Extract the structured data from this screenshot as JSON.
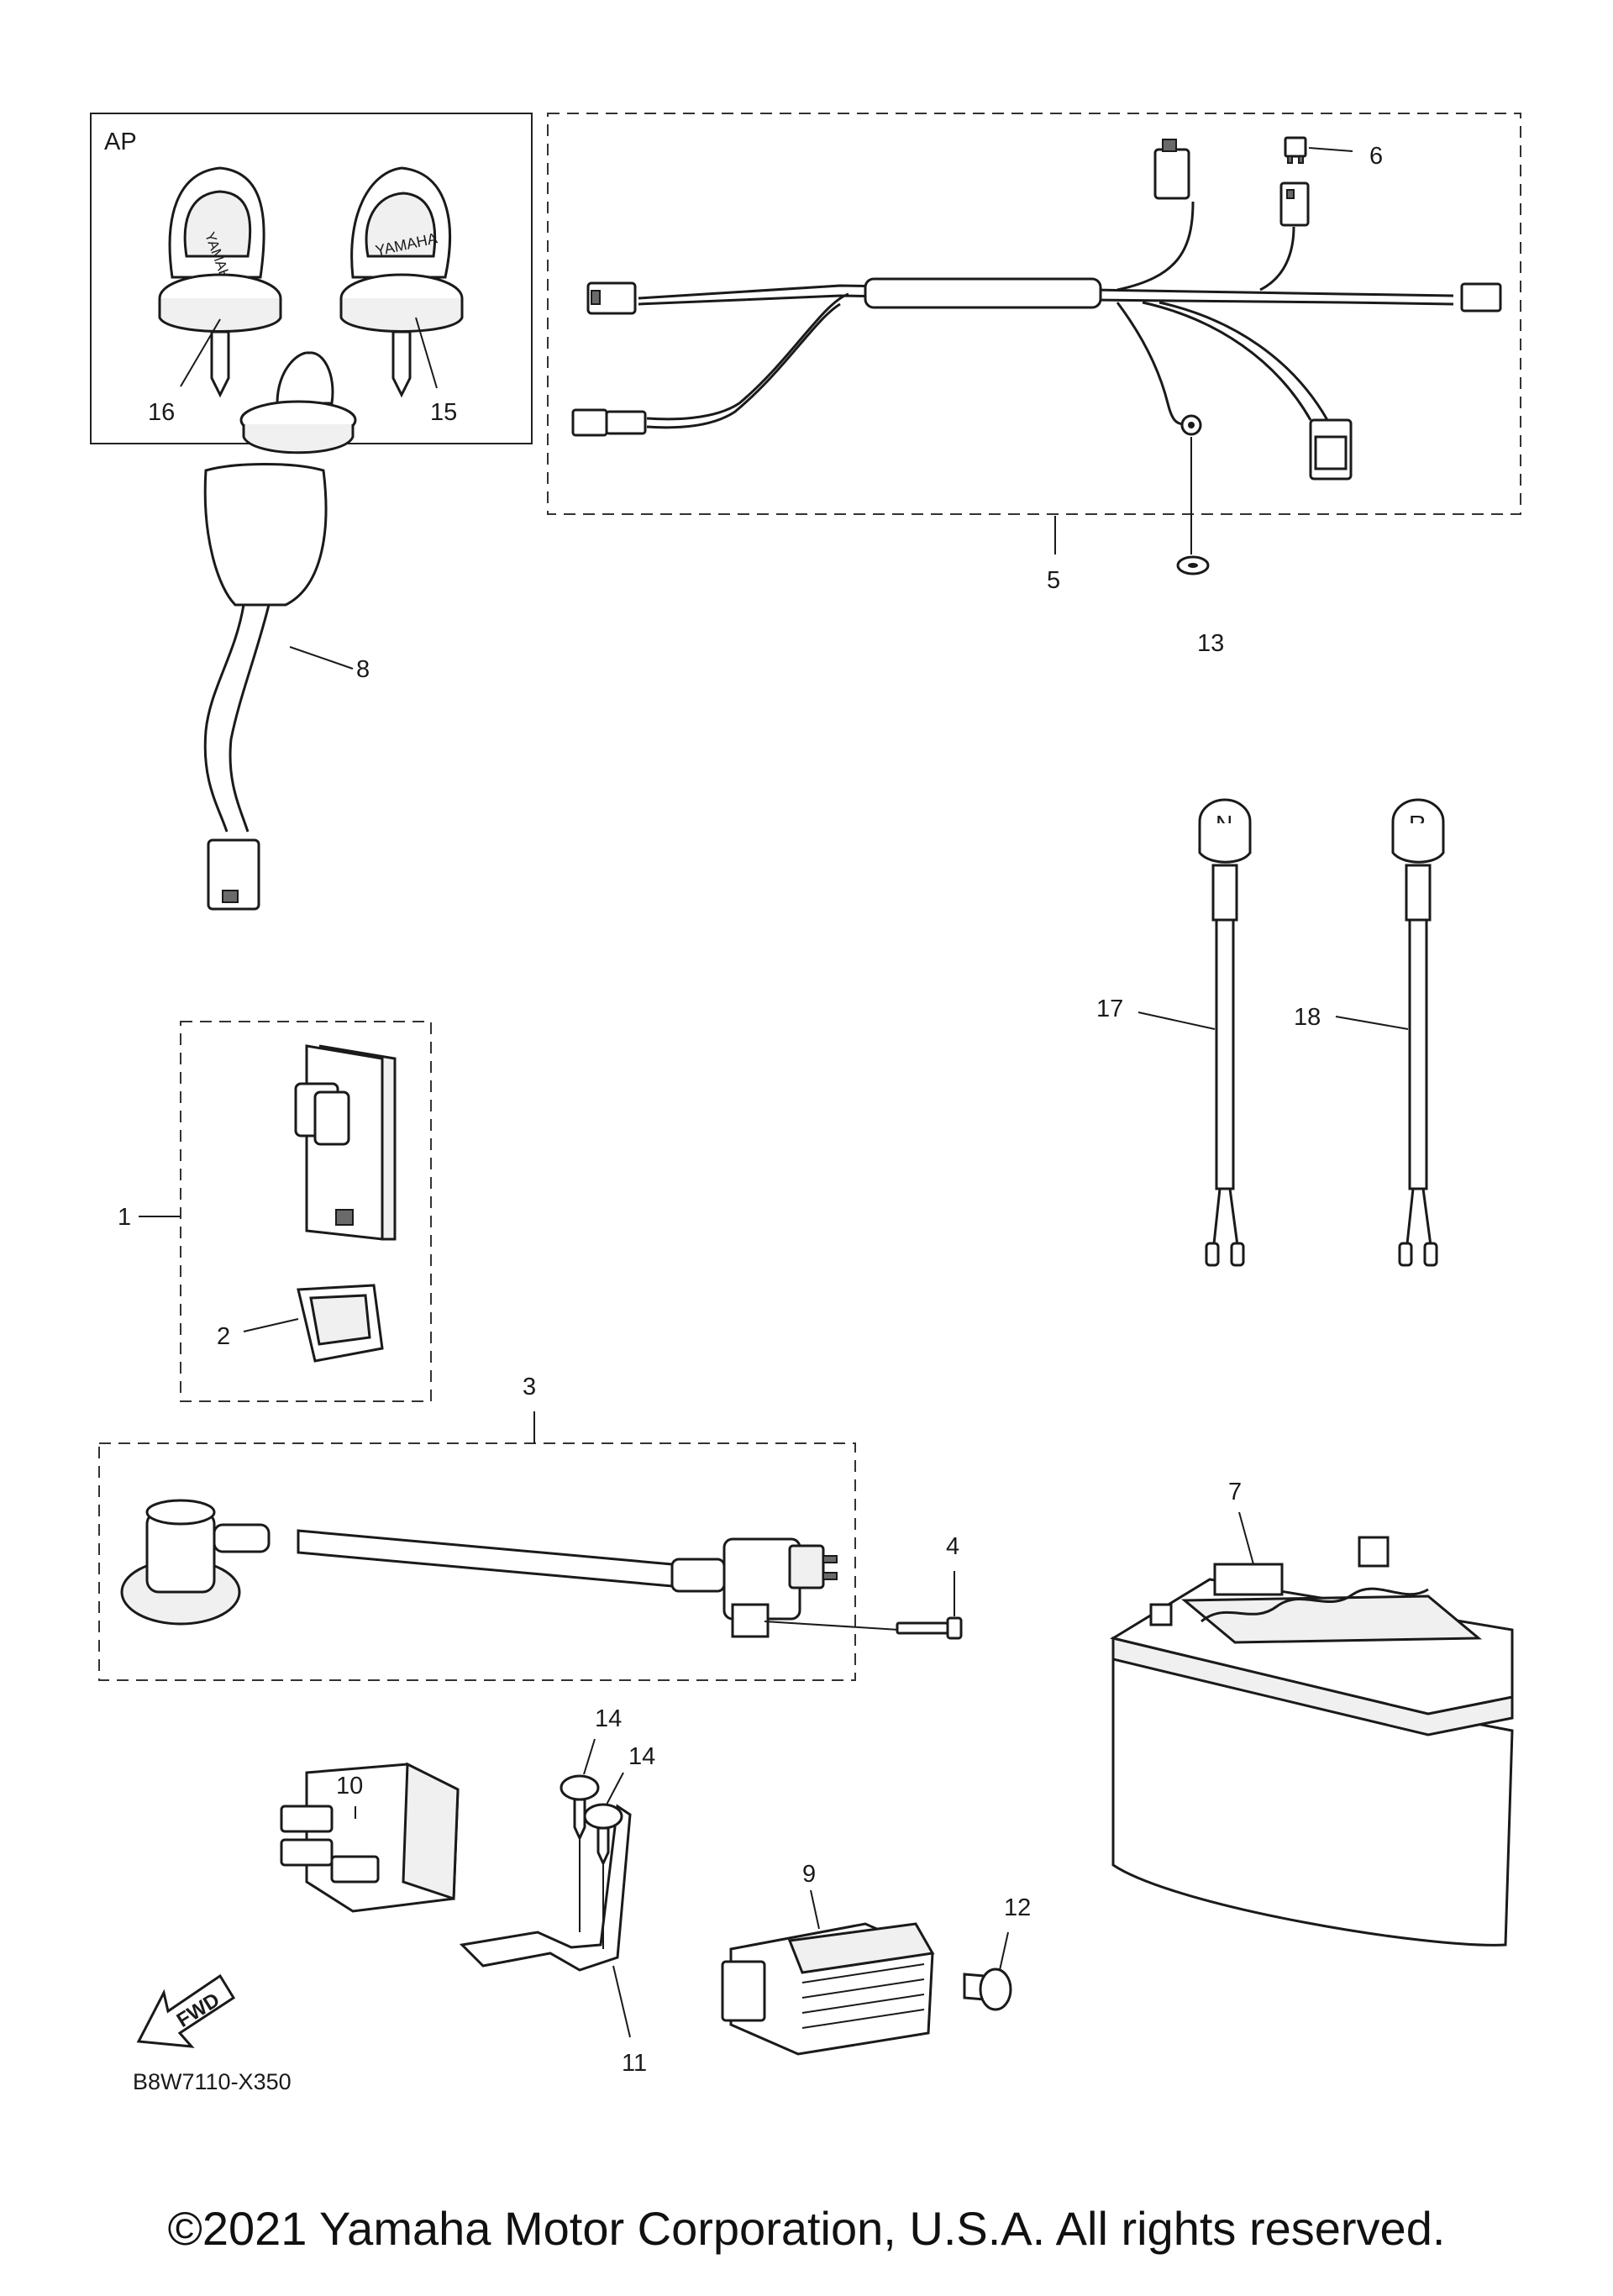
{
  "groups": {
    "ap": "AP"
  },
  "callouts": {
    "c1": "1",
    "c2": "2",
    "c3": "3",
    "c4": "4",
    "c5": "5",
    "c6": "6",
    "c7": "7",
    "c8": "8",
    "c9": "9",
    "c10": "10",
    "c11": "11",
    "c12": "12",
    "c13": "13",
    "c14a": "14",
    "c14b": "14",
    "c15": "15",
    "c16": "16",
    "c17": "17",
    "c18": "18"
  },
  "key_brand": "YAMAHA",
  "switch_letters": {
    "neutral": "N",
    "reverse": "R"
  },
  "direction_arrow": "FWD",
  "diagram_code": "B8W7110-X350",
  "copyright": "©2021 Yamaha Motor Corporation, U.S.A. All rights reserved."
}
